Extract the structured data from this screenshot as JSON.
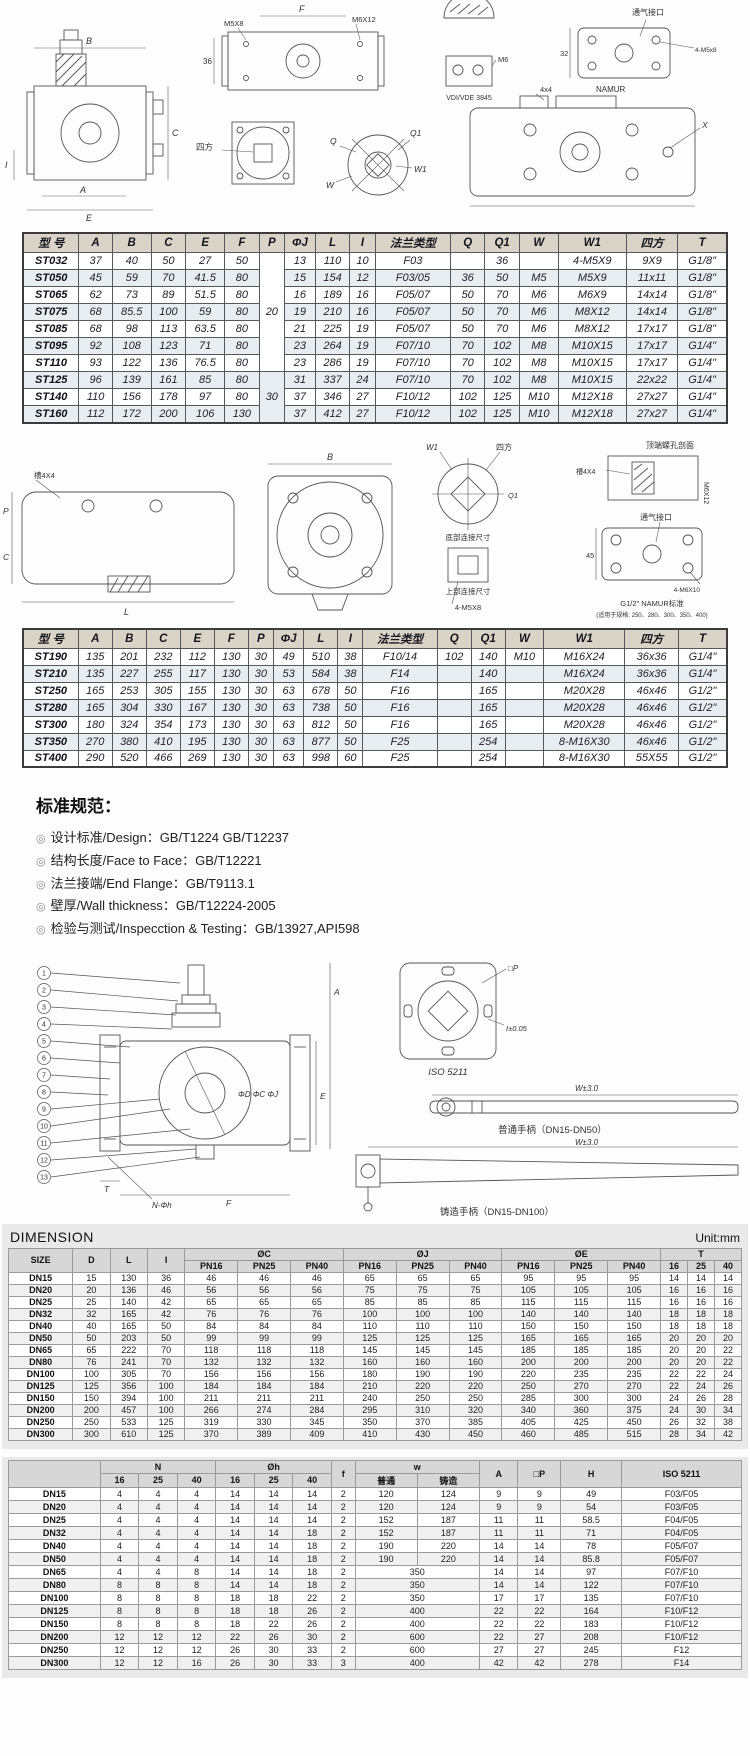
{
  "page": {
    "dimension_title": "DIMENSION",
    "unit_label": "Unit:mm"
  },
  "top_drawing": {
    "b": "B",
    "c": "C",
    "a": "A",
    "e": "E",
    "i": "I",
    "f": "F",
    "m5x8": "M5X8",
    "m6x12": "M6X12",
    "d36": "36",
    "sifang": "四方",
    "q": "Q",
    "q1": "Q1",
    "w": "W",
    "w1": "W1",
    "m6": "M6",
    "vdi": "VDI/VDE 3845",
    "namur": "NAMUR",
    "n4x4": "4x4",
    "x": "X",
    "vent": "通气接口",
    "d32": "32",
    "m5x8_4": "4-M5x8"
  },
  "mid_drawing": {
    "slot4x4": "槽4X4",
    "l": "L",
    "b": "B",
    "p": "P",
    "c": "C",
    "w1": "W1",
    "sifang": "四方",
    "q1": "Q1",
    "bottom_conn": "底部连接尺寸",
    "top_conn": "上部连接尺寸",
    "m5x8_4": "4-M5X8",
    "top_hole": "顶端螺孔剖面",
    "slot4x4b": "槽4X4",
    "m6x12": "M6X12",
    "vent": "通气接口",
    "d45": "45",
    "m6x10": "4-M6X10",
    "namur_std": "G1/2\" NAMUR标准",
    "namur_note": "(适用于规格: 250、280、300、350、400)"
  },
  "valve_drawing": {
    "callouts": [
      "1",
      "2",
      "3",
      "4",
      "5",
      "6",
      "7",
      "8",
      "9",
      "10",
      "11",
      "12",
      "13"
    ],
    "a": "A",
    "e": "E",
    "phis": "ΦD ΦC ΦJ",
    "t": "T",
    "f": "F",
    "nphih": "N-Φh",
    "pp": "□P",
    "i005": "I±0.05",
    "iso": "ISO 5211",
    "w30a": "W±3.0",
    "w30b": "W±3.0",
    "handle1": "普通手柄（DN15-DN50）",
    "handle2": "铸造手柄（DN15-DN100）"
  },
  "table1": {
    "headers": [
      [
        "型 号",
        "A",
        "B",
        "C",
        "E",
        "F",
        "P",
        "ΦJ",
        "L",
        "I",
        "法兰类型",
        "Q",
        "Q1",
        "W",
        "W1",
        "四方",
        "T"
      ]
    ],
    "rows": [
      [
        "ST032",
        "37",
        "40",
        "50",
        "27",
        "50",
        {
          "v": "20",
          "rs": 7
        },
        "13",
        "110",
        "10",
        "F03",
        "",
        "36",
        "",
        "4-M5X9",
        "9X9",
        "G1/8\""
      ],
      [
        "ST050",
        "45",
        "59",
        "70",
        "41.5",
        "80",
        null,
        "15",
        "154",
        "12",
        "F03/05",
        "36",
        "50",
        "M5",
        "M5X9",
        "11x11",
        "G1/8\""
      ],
      [
        "ST065",
        "62",
        "73",
        "89",
        "51.5",
        "80",
        null,
        "16",
        "189",
        "16",
        "F05/07",
        "50",
        "70",
        "M6",
        "M6X9",
        "14x14",
        "G1/8\""
      ],
      [
        "ST075",
        "68",
        "85.5",
        "100",
        "59",
        "80",
        null,
        "19",
        "210",
        "16",
        "F05/07",
        "50",
        "70",
        "M6",
        "M8X12",
        "14x14",
        "G1/8\""
      ],
      [
        "ST085",
        "68",
        "98",
        "113",
        "63.5",
        "80",
        null,
        "21",
        "225",
        "19",
        "F05/07",
        "50",
        "70",
        "M6",
        "M8X12",
        "17x17",
        "G1/8\""
      ],
      [
        "ST095",
        "92",
        "108",
        "123",
        "71",
        "80",
        null,
        "23",
        "264",
        "19",
        "F07/10",
        "70",
        "102",
        "M8",
        "M10X15",
        "17x17",
        "G1/4\""
      ],
      [
        "ST110",
        "93",
        "122",
        "136",
        "76.5",
        "80",
        null,
        "23",
        "286",
        "19",
        "F07/10",
        "70",
        "102",
        "M8",
        "M10X15",
        "17x17",
        "G1/4\""
      ],
      [
        "ST125",
        "96",
        "139",
        "161",
        "85",
        "80",
        {
          "v": "30",
          "rs": 3
        },
        "31",
        "337",
        "24",
        "F07/10",
        "70",
        "102",
        "M8",
        "M10X15",
        "22x22",
        "G1/4\""
      ],
      [
        "ST140",
        "110",
        "156",
        "178",
        "97",
        "80",
        null,
        "37",
        "346",
        "27",
        "F10/12",
        "102",
        "125",
        "M10",
        "M12X18",
        "27x27",
        "G1/4\""
      ],
      [
        "ST160",
        "112",
        "172",
        "200",
        "106",
        "130",
        null,
        "37",
        "412",
        "27",
        "F10/12",
        "102",
        "125",
        "M10",
        "M12X18",
        "27x27",
        "G1/4\""
      ]
    ]
  },
  "table2": {
    "headers": [
      [
        "型 号",
        "A",
        "B",
        "C",
        "E",
        "F",
        "P",
        "ΦJ",
        "L",
        "I",
        "法兰类型",
        "Q",
        "Q1",
        "W",
        "W1",
        "四方",
        "T"
      ]
    ],
    "rows": [
      [
        "ST190",
        "135",
        "201",
        "232",
        "112",
        "130",
        "30",
        "49",
        "510",
        "38",
        "F10/14",
        "102",
        "140",
        "M10",
        "M16X24",
        "36x36",
        "G1/4\""
      ],
      [
        "ST210",
        "135",
        "227",
        "255",
        "117",
        "130",
        "30",
        "53",
        "584",
        "38",
        "F14",
        "",
        "140",
        "",
        "M16X24",
        "36x36",
        "G1/4\""
      ],
      [
        "ST250",
        "165",
        "253",
        "305",
        "155",
        "130",
        "30",
        "63",
        "678",
        "50",
        "F16",
        "",
        "165",
        "",
        "M20X28",
        "46x46",
        "G1/2\""
      ],
      [
        "ST280",
        "165",
        "304",
        "330",
        "167",
        "130",
        "30",
        "63",
        "738",
        "50",
        "F16",
        "",
        "165",
        "",
        "M20X28",
        "46x46",
        "G1/2\""
      ],
      [
        "ST300",
        "180",
        "324",
        "354",
        "173",
        "130",
        "30",
        "63",
        "812",
        "50",
        "F16",
        "",
        "165",
        "",
        "M20X28",
        "46x46",
        "G1/2\""
      ],
      [
        "ST350",
        "270",
        "380",
        "410",
        "195",
        "130",
        "30",
        "63",
        "877",
        "50",
        "F25",
        "",
        "254",
        "",
        "8-M16X30",
        "46x46",
        "G1/2\""
      ],
      [
        "ST400",
        "290",
        "520",
        "466",
        "269",
        "130",
        "30",
        "63",
        "998",
        "60",
        "F25",
        "",
        "254",
        "",
        "8-M16X30",
        "55X55",
        "G1/2\""
      ]
    ]
  },
  "standards": {
    "title": "标准规范：",
    "bullet": "◎",
    "items": [
      "设计标准/Design：GB/T1224  GB/T12237",
      "结构长度/Face to Face：GB/T12221",
      "法兰接端/End Flange：GB/T9113.1",
      "壁厚/Wall thickness：GB/T12224-2005",
      "检验与测试/Inspecction & Testing：GB/13927,API598"
    ]
  },
  "dim_table": {
    "headers": [
      [
        {
          "v": "SIZE",
          "rs": 2
        },
        {
          "v": "D",
          "rs": 2
        },
        {
          "v": "L",
          "rs": 2
        },
        {
          "v": "I",
          "rs": 2
        },
        {
          "v": "ØC",
          "cs": 3
        },
        {
          "v": "ØJ",
          "cs": 3
        },
        {
          "v": "ØE",
          "cs": 3
        },
        {
          "v": "T",
          "cs": 3
        }
      ],
      [
        "PN16",
        "PN25",
        "PN40",
        "PN16",
        "PN25",
        "PN40",
        "PN16",
        "PN25",
        "PN40",
        "16",
        "25",
        "40"
      ]
    ],
    "rows": [
      [
        "DN15",
        "15",
        "130",
        "36",
        "46",
        "46",
        "46",
        "65",
        "65",
        "65",
        "95",
        "95",
        "95",
        "14",
        "14",
        "14"
      ],
      [
        "DN20",
        "20",
        "136",
        "46",
        "56",
        "56",
        "56",
        "75",
        "75",
        "75",
        "105",
        "105",
        "105",
        "16",
        "16",
        "16"
      ],
      [
        "DN25",
        "25",
        "140",
        "42",
        "65",
        "65",
        "65",
        "85",
        "85",
        "85",
        "115",
        "115",
        "115",
        "16",
        "16",
        "16"
      ],
      [
        "DN32",
        "32",
        "165",
        "42",
        "76",
        "76",
        "76",
        "100",
        "100",
        "100",
        "140",
        "140",
        "140",
        "18",
        "18",
        "18"
      ],
      [
        "DN40",
        "40",
        "165",
        "50",
        "84",
        "84",
        "84",
        "110",
        "110",
        "110",
        "150",
        "150",
        "150",
        "18",
        "18",
        "18"
      ],
      [
        "DN50",
        "50",
        "203",
        "50",
        "99",
        "99",
        "99",
        "125",
        "125",
        "125",
        "165",
        "165",
        "165",
        "20",
        "20",
        "20"
      ],
      [
        "DN65",
        "65",
        "222",
        "70",
        "118",
        "118",
        "118",
        "145",
        "145",
        "145",
        "185",
        "185",
        "185",
        "20",
        "20",
        "22"
      ],
      [
        "DN80",
        "76",
        "241",
        "70",
        "132",
        "132",
        "132",
        "160",
        "160",
        "160",
        "200",
        "200",
        "200",
        "20",
        "20",
        "22"
      ],
      [
        "DN100",
        "100",
        "305",
        "70",
        "156",
        "156",
        "156",
        "180",
        "190",
        "190",
        "220",
        "235",
        "235",
        "22",
        "22",
        "24"
      ],
      [
        "DN125",
        "125",
        "356",
        "100",
        "184",
        "184",
        "184",
        "210",
        "220",
        "220",
        "250",
        "270",
        "270",
        "22",
        "24",
        "26"
      ],
      [
        "DN150",
        "150",
        "394",
        "100",
        "211",
        "211",
        "211",
        "240",
        "250",
        "250",
        "285",
        "300",
        "300",
        "24",
        "26",
        "28"
      ],
      [
        "DN200",
        "200",
        "457",
        "100",
        "266",
        "274",
        "284",
        "295",
        "310",
        "320",
        "340",
        "360",
        "375",
        "24",
        "30",
        "34"
      ],
      [
        "DN250",
        "250",
        "533",
        "125",
        "319",
        "330",
        "345",
        "350",
        "370",
        "385",
        "405",
        "425",
        "450",
        "26",
        "32",
        "38"
      ],
      [
        "DN300",
        "300",
        "610",
        "125",
        "370",
        "389",
        "409",
        "410",
        "430",
        "450",
        "460",
        "485",
        "515",
        "28",
        "34",
        "42"
      ]
    ]
  },
  "bolt_table": {
    "headers": [
      [
        {
          "v": "",
          "rs": 2
        },
        {
          "v": "N",
          "cs": 3
        },
        {
          "v": "Øh",
          "cs": 3
        },
        {
          "v": "f",
          "rs": 2
        },
        {
          "v": "w",
          "cs": 2
        },
        {
          "v": "A",
          "rs": 2
        },
        {
          "v": "□P",
          "rs": 2
        },
        {
          "v": "H",
          "rs": 2
        },
        {
          "v": "ISO 5211",
          "rs": 2
        }
      ],
      [
        "16",
        "25",
        "40",
        "16",
        "25",
        "40",
        "普通",
        "铸造"
      ]
    ],
    "rows": [
      [
        "DN15",
        "4",
        "4",
        "4",
        "14",
        "14",
        "14",
        "2",
        "120",
        "124",
        "9",
        "9",
        "49",
        "F03/F05"
      ],
      [
        "DN20",
        "4",
        "4",
        "4",
        "14",
        "14",
        "14",
        "2",
        "120",
        "124",
        "9",
        "9",
        "54",
        "F03/F05"
      ],
      [
        "DN25",
        "4",
        "4",
        "4",
        "14",
        "14",
        "14",
        "2",
        "152",
        "187",
        "11",
        "11",
        "58.5",
        "F04/F05"
      ],
      [
        "DN32",
        "4",
        "4",
        "4",
        "14",
        "14",
        "18",
        "2",
        "152",
        "187",
        "11",
        "11",
        "71",
        "F04/F05"
      ],
      [
        "DN40",
        "4",
        "4",
        "4",
        "14",
        "14",
        "18",
        "2",
        "190",
        "220",
        "14",
        "14",
        "78",
        "F05/F07"
      ],
      [
        "DN50",
        "4",
        "4",
        "4",
        "14",
        "14",
        "18",
        "2",
        "190",
        "220",
        "14",
        "14",
        "85.8",
        "F05/F07"
      ],
      [
        "DN65",
        "4",
        "4",
        "8",
        "14",
        "14",
        "18",
        "2",
        {
          "v": "350",
          "cs": 2
        },
        null,
        "14",
        "14",
        "97",
        "F07/F10"
      ],
      [
        "DN80",
        "8",
        "8",
        "8",
        "14",
        "14",
        "18",
        "2",
        {
          "v": "350",
          "cs": 2
        },
        null,
        "14",
        "14",
        "122",
        "F07/F10"
      ],
      [
        "DN100",
        "8",
        "8",
        "8",
        "18",
        "18",
        "22",
        "2",
        {
          "v": "350",
          "cs": 2
        },
        null,
        "17",
        "17",
        "135",
        "F07/F10"
      ],
      [
        "DN125",
        "8",
        "8",
        "8",
        "18",
        "18",
        "26",
        "2",
        {
          "v": "400",
          "cs": 2
        },
        null,
        "22",
        "22",
        "164",
        "F10/F12"
      ],
      [
        "DN150",
        "8",
        "8",
        "8",
        "18",
        "22",
        "26",
        "2",
        {
          "v": "400",
          "cs": 2
        },
        null,
        "22",
        "22",
        "183",
        "F10/F12"
      ],
      [
        "DN200",
        "12",
        "12",
        "12",
        "22",
        "26",
        "30",
        "2",
        {
          "v": "600",
          "cs": 2
        },
        null,
        "22",
        "27",
        "208",
        "F10/F12"
      ],
      [
        "DN250",
        "12",
        "12",
        "12",
        "26",
        "30",
        "33",
        "2",
        {
          "v": "600",
          "cs": 2
        },
        null,
        "27",
        "27",
        "245",
        "F12"
      ],
      [
        "DN300",
        "12",
        "12",
        "16",
        "26",
        "30",
        "33",
        "3",
        {
          "v": "400",
          "cs": 2
        },
        null,
        "42",
        "42",
        "278",
        "F14"
      ]
    ]
  }
}
